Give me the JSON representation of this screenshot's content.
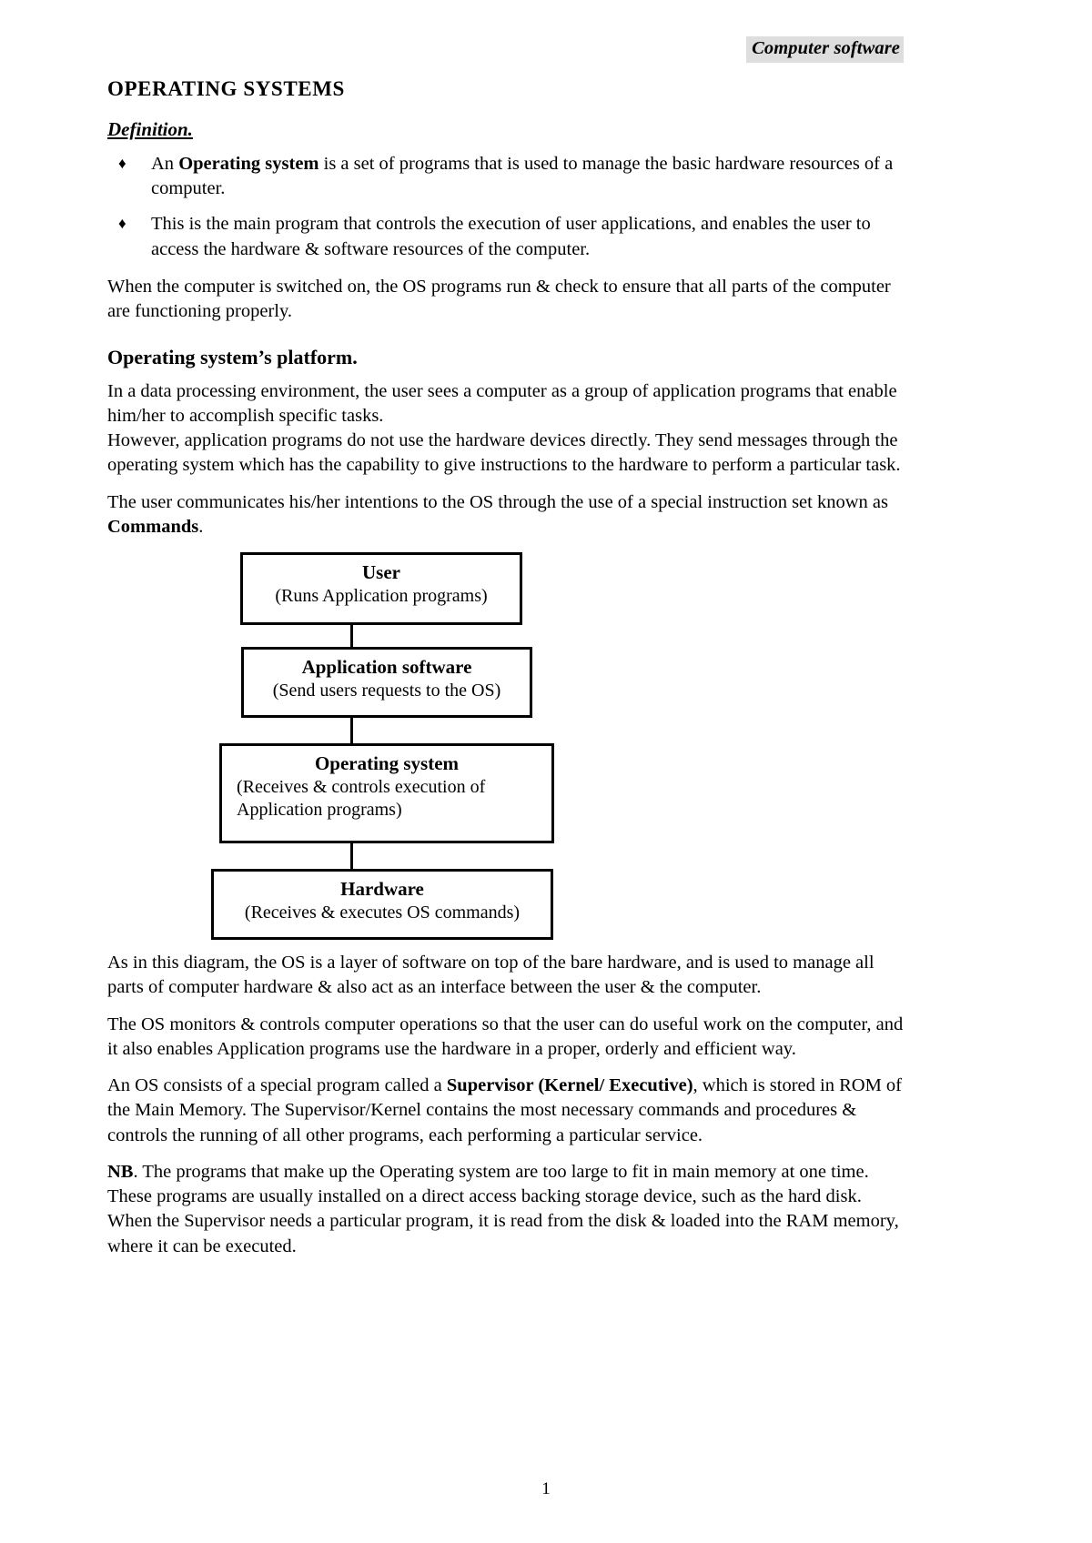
{
  "header": {
    "running_title": "Computer software"
  },
  "doc": {
    "title": "OPERATING SYSTEMS",
    "definition_heading": "Definition.",
    "bullets": [
      {
        "lead": "An ",
        "bold": "Operating system",
        "rest": " is a set of programs that is used to manage the basic hardware resources of a computer."
      },
      {
        "lead": "",
        "bold": "",
        "rest": "This is the main program that controls the execution of user applications, and enables the user to access the hardware & software resources of the computer."
      }
    ],
    "para_switched_on": "When the computer is switched on, the OS programs run & check to ensure that all parts of the computer are functioning properly.",
    "platform_heading": "Operating system’s platform.",
    "para_data_processing": "In a data processing environment, the user sees a computer as a group of application programs that enable him/her to accomplish specific tasks.",
    "para_however": "However, application programs do not use the hardware devices directly.  They send messages through the operating system which has the capability to give instructions to the hardware to perform a particular task.",
    "para_commands_pre": "The user communicates his/her intentions to the OS through the use of a special instruction set known as ",
    "para_commands_bold": "Commands",
    "para_commands_post": ".",
    "para_as_in_diagram": "As in this diagram, the OS is a layer of software on top of the bare hardware, and is used to manage all parts of computer hardware & also act as an interface between the user & the computer.",
    "para_os_monitors": "The OS monitors & controls computer operations so that the user can do useful work on the computer, and it also enables Application programs use the hardware in a proper, orderly and efficient way.",
    "para_supervisor_pre": "An OS consists of a special program called a ",
    "para_supervisor_bold": "Supervisor (Kernel/ Executive)",
    "para_supervisor_post": ", which is stored in ROM of the Main Memory.  The Supervisor/Kernel contains the most necessary commands and procedures & controls the running of all other programs, each performing a particular service.",
    "para_nb_bold": "NB",
    "para_nb_post": ". The programs that make up the Operating system are too large to fit in main memory at one time.  These programs are usually installed on a direct access backing storage device, such as the hard disk.",
    "para_when_supervisor": "When the Supervisor needs a particular program, it is read from the disk & loaded into the RAM memory, where it can be executed.",
    "page_number": "1"
  },
  "diagram": {
    "bullet_glyph": "♦",
    "boxes": [
      {
        "title": "User",
        "subtitle": "(Runs Application programs)"
      },
      {
        "title": "Application software",
        "subtitle": "(Send users requests to the OS)"
      },
      {
        "title": "Operating system",
        "subtitle_line1": "(Receives & controls execution of",
        "subtitle_line2": "Application programs)"
      },
      {
        "title": "Hardware",
        "subtitle": "(Receives & executes OS commands)"
      }
    ]
  }
}
